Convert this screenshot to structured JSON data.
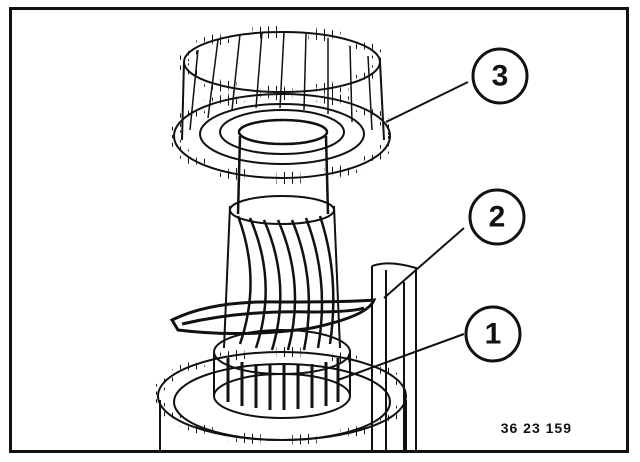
{
  "diagram": {
    "figure_id": "36 23 159",
    "callouts": [
      {
        "number": "3",
        "part": "gear-wheel-top"
      },
      {
        "number": "2",
        "part": "circlip"
      },
      {
        "number": "1",
        "part": "bearing-cage"
      }
    ]
  },
  "colors": {
    "ink": "#111111",
    "paper": "#ffffff"
  }
}
